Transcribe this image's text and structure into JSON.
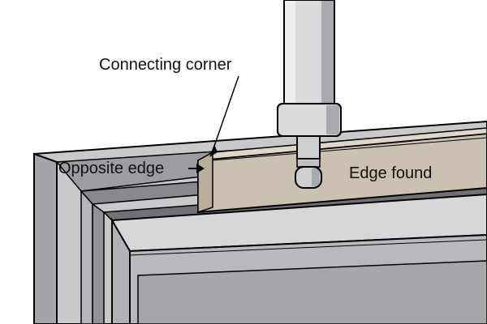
{
  "labels": {
    "connecting_corner": "Connecting corner",
    "opposite_edge": "Opposite edge",
    "edge_found": "Edge found"
  },
  "colors": {
    "outline": "#000000",
    "vice_light": "#c9c9cb",
    "vice_mid": "#a7a8ab",
    "vice_dark": "#7e7f83",
    "workpiece_face": "#cbc1b0",
    "workpiece_top": "#ded6c8",
    "spindle": "#d9dadc",
    "spindle_shadow": "#a9aaad"
  }
}
